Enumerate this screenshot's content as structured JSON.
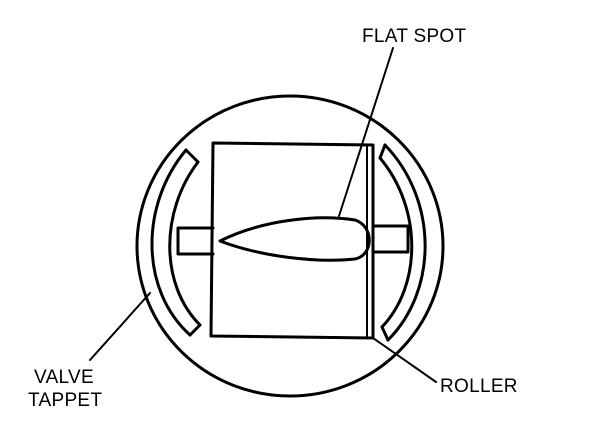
{
  "labels": {
    "flat_spot": "FLAT SPOT",
    "valve_line1": "VALVE",
    "valve_line2": "TAPPET",
    "roller": "ROLLER"
  },
  "colors": {
    "ink": "#000000",
    "background": "#ffffff"
  }
}
